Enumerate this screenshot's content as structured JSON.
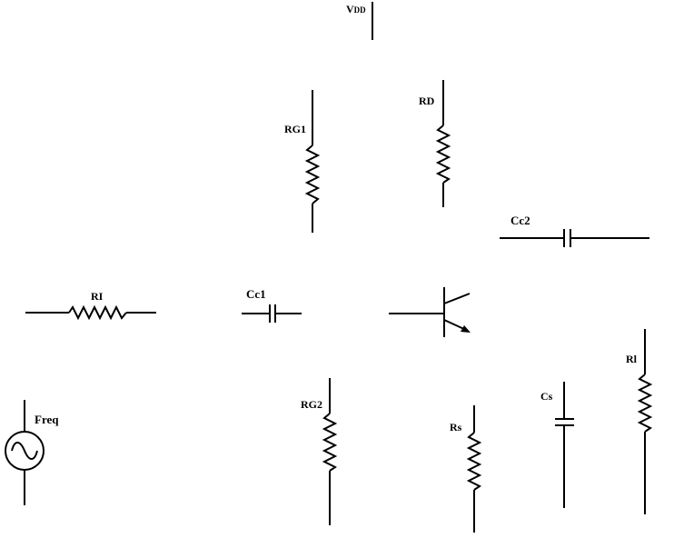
{
  "labels": {
    "vdd_main": "V",
    "vdd_sub": "DD",
    "rg1": "RG1",
    "rd": "RD",
    "cc2": "Cc2",
    "ri": "RI",
    "cc1": "Cc1",
    "rg2": "RG2",
    "rs": "Rs",
    "cs": "Cs",
    "rl": "Rl",
    "freq": "Freq"
  },
  "colors": {
    "stroke": "#000000",
    "background": "#ffffff"
  }
}
